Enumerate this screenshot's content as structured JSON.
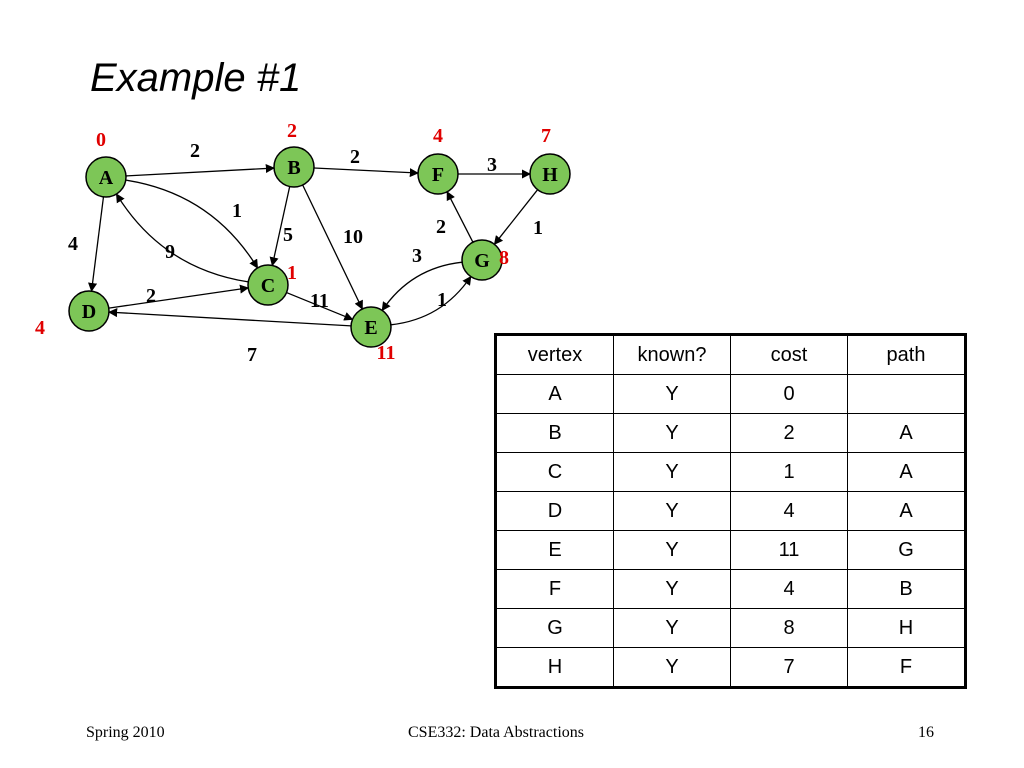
{
  "title": "Example #1",
  "colors": {
    "node_fill": "#7dc657",
    "distance_label": "#e00000"
  },
  "graph": {
    "nodes": [
      {
        "id": "A",
        "label": "A",
        "dist": "0"
      },
      {
        "id": "B",
        "label": "B",
        "dist": "2"
      },
      {
        "id": "C",
        "label": "C",
        "dist": "1"
      },
      {
        "id": "D",
        "label": "D",
        "dist": "4"
      },
      {
        "id": "E",
        "label": "E",
        "dist": "11"
      },
      {
        "id": "F",
        "label": "F",
        "dist": "4"
      },
      {
        "id": "G",
        "label": "G",
        "dist": "8"
      },
      {
        "id": "H",
        "label": "H",
        "dist": "7"
      }
    ],
    "edges": [
      {
        "from": "A",
        "to": "B",
        "weight": "2"
      },
      {
        "from": "A",
        "to": "C",
        "weight": "1"
      },
      {
        "from": "A",
        "to": "D",
        "weight": "4"
      },
      {
        "from": "C",
        "to": "A",
        "weight": "9"
      },
      {
        "from": "B",
        "to": "C",
        "weight": "5"
      },
      {
        "from": "B",
        "to": "E",
        "weight": "10"
      },
      {
        "from": "B",
        "to": "F",
        "weight": "2"
      },
      {
        "from": "F",
        "to": "H",
        "weight": "3"
      },
      {
        "from": "H",
        "to": "G",
        "weight": "1"
      },
      {
        "from": "G",
        "to": "F",
        "weight": "2"
      },
      {
        "from": "G",
        "to": "E",
        "weight": "3"
      },
      {
        "from": "E",
        "to": "G",
        "weight": "1"
      },
      {
        "from": "D",
        "to": "C",
        "weight": "2"
      },
      {
        "from": "C",
        "to": "E",
        "weight": "11"
      },
      {
        "from": "E",
        "to": "D",
        "weight": "7"
      }
    ]
  },
  "table": {
    "headers": [
      "vertex",
      "known?",
      "cost",
      "path"
    ],
    "rows": [
      [
        "A",
        "Y",
        "0",
        ""
      ],
      [
        "B",
        "Y",
        "2",
        "A"
      ],
      [
        "C",
        "Y",
        "1",
        "A"
      ],
      [
        "D",
        "Y",
        "4",
        "A"
      ],
      [
        "E",
        "Y",
        "11",
        "G"
      ],
      [
        "F",
        "Y",
        "4",
        "B"
      ],
      [
        "G",
        "Y",
        "8",
        "H"
      ],
      [
        "H",
        "Y",
        "7",
        "F"
      ]
    ]
  },
  "footer": {
    "left": "Spring 2010",
    "center": "CSE332: Data Abstractions",
    "right": "16"
  }
}
